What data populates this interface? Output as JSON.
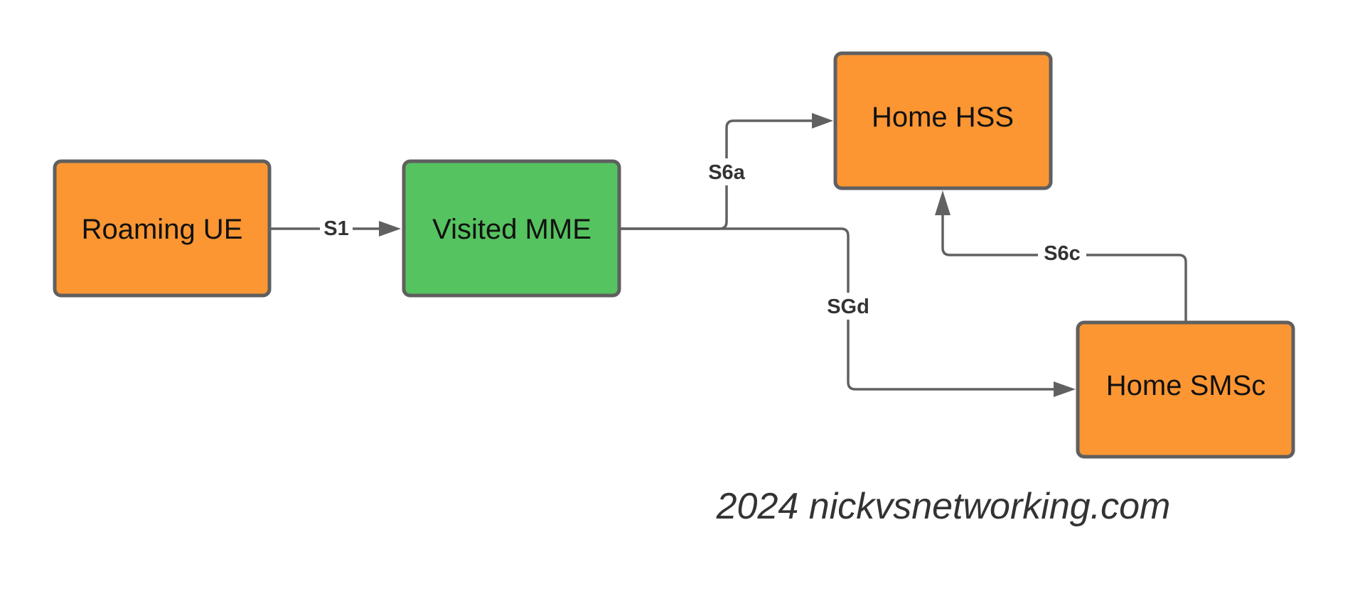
{
  "nodes": {
    "roaming_ue": {
      "label": "Roaming UE",
      "fill": "#fb9633"
    },
    "visited_mme": {
      "label": "Visited MME",
      "fill": "#55c35f"
    },
    "home_hss": {
      "label": "Home HSS",
      "fill": "#fb9633"
    },
    "home_smsc": {
      "label": "Home SMSc",
      "fill": "#fb9633"
    }
  },
  "edges": {
    "s1": {
      "label": "S1",
      "from": "Roaming UE",
      "to": "Visited MME"
    },
    "s6a": {
      "label": "S6a",
      "from": "Visited MME",
      "to": "Home HSS"
    },
    "sgd": {
      "label": "SGd",
      "from": "Visited MME",
      "to": "Home SMSc"
    },
    "s6c": {
      "label": "S6c",
      "from": "Home SMSc",
      "to": "Home HSS"
    }
  },
  "footer": {
    "text": "2024 nickvsnetworking.com"
  },
  "colors": {
    "border": "#5f5f5f",
    "connector": "#616161",
    "text": "#111111",
    "footer_text": "#333333"
  }
}
